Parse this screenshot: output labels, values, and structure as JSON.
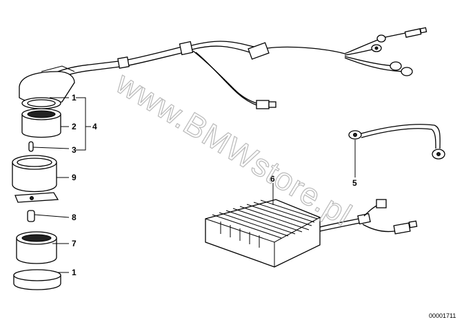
{
  "watermark": "www.BMWstore.pl",
  "drawing_code": "00001711",
  "callouts": {
    "c1_top": "1",
    "c2": "2",
    "c3": "3",
    "c4": "4",
    "c9": "9",
    "c8": "8",
    "c7": "7",
    "c1_bottom": "1",
    "c6": "6",
    "c5": "5"
  }
}
